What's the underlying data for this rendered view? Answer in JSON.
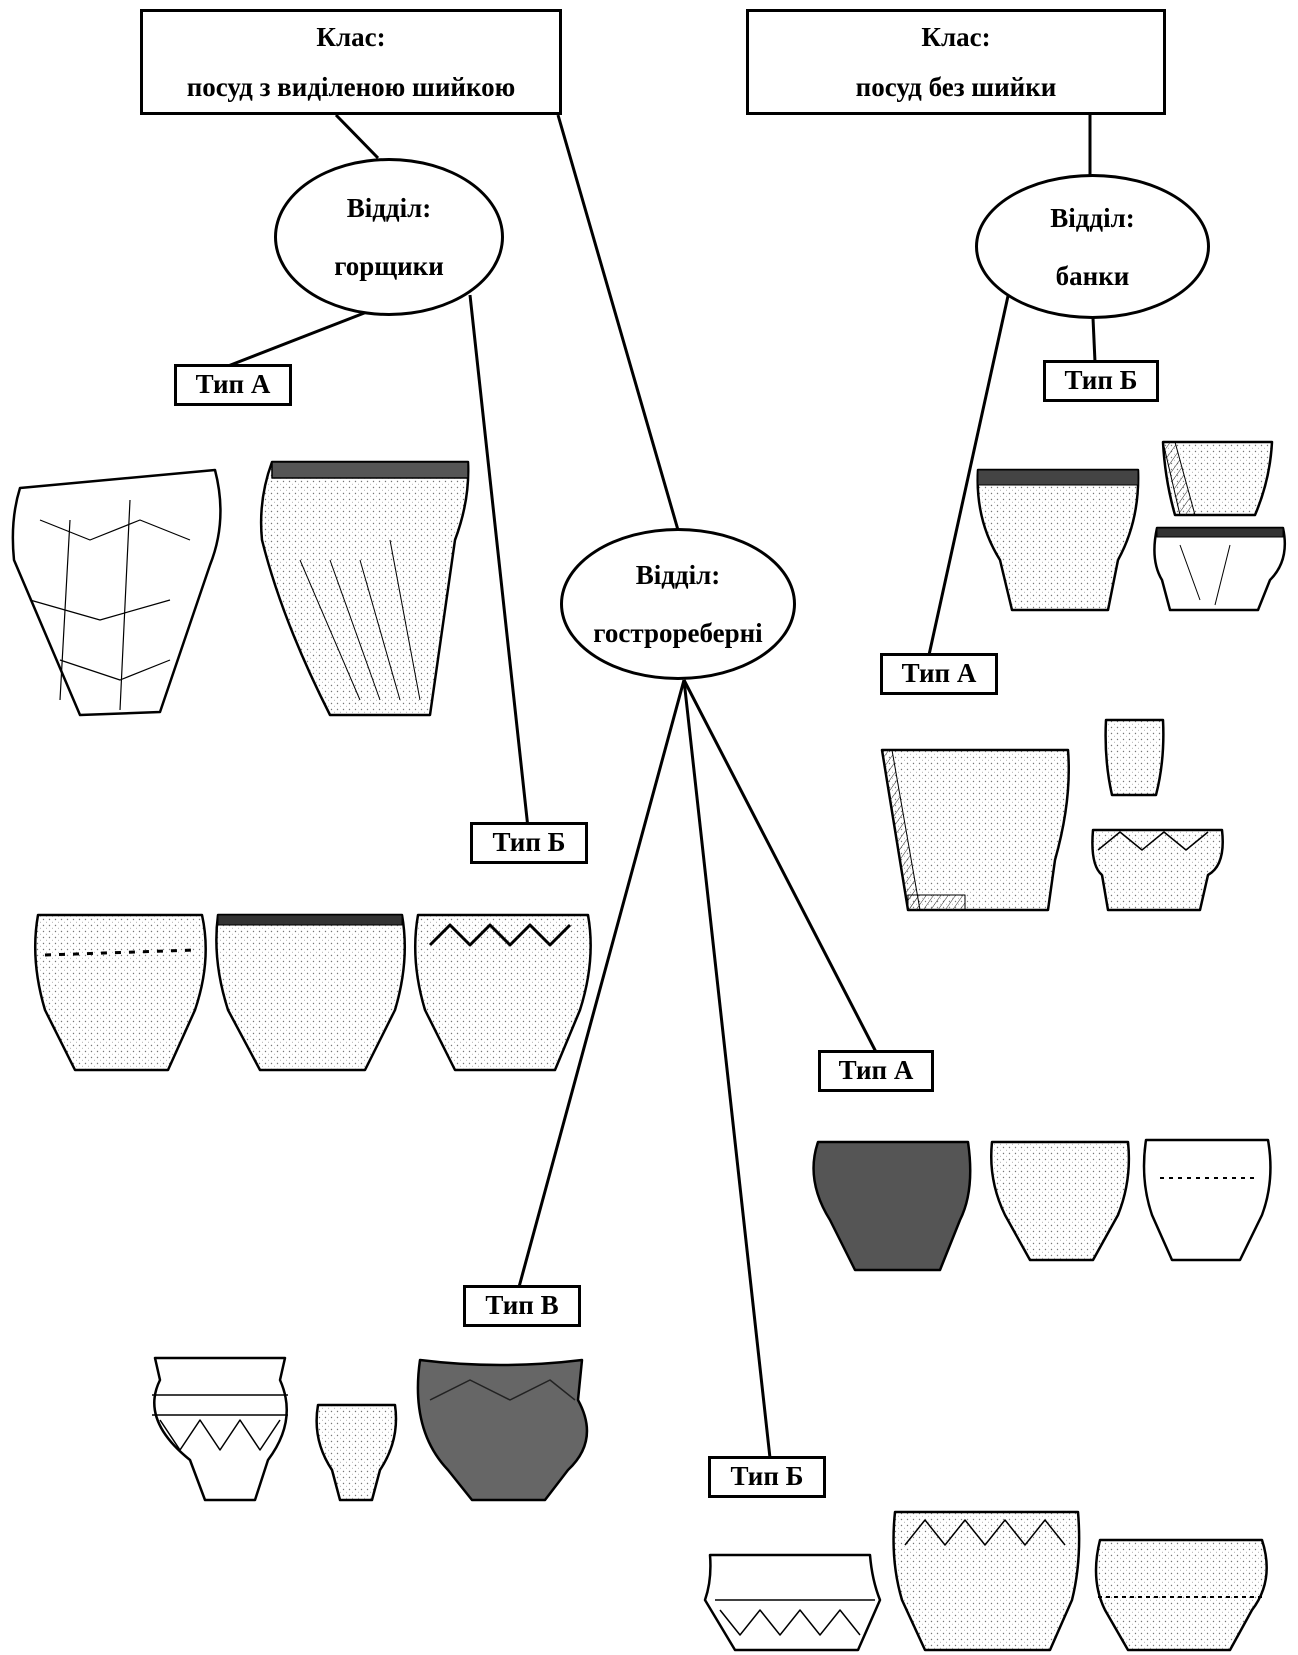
{
  "classes": [
    {
      "heading": "Клас:",
      "name": "посуд з виділеною шийкою"
    },
    {
      "heading": "Клас:",
      "name": "посуд без шийки"
    }
  ],
  "divisions": [
    {
      "heading": "Відділ:",
      "name": "горщики"
    },
    {
      "heading": "Відділ:",
      "name": "гостроребернi"
    },
    {
      "heading": "Відділ:",
      "name": "банки"
    }
  ],
  "types": {
    "pots_a": "Тип А",
    "pots_b": "Тип Б",
    "jars_b": "Тип Б",
    "jars_a": "Тип А",
    "sharp_a": "Тип А",
    "sharp_v": "Тип В",
    "sharp_b": "Тип Б"
  }
}
